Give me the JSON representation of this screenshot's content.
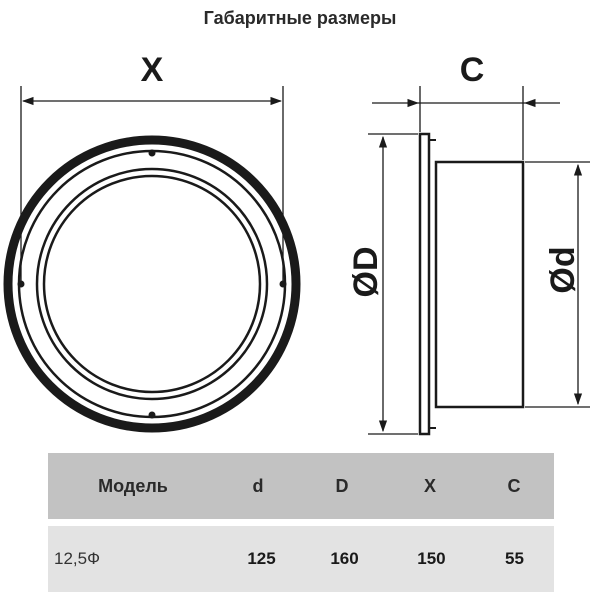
{
  "title": "Габаритные размеры",
  "dimension_labels": {
    "x": "X",
    "c": "C",
    "outer_diameter": "ØD",
    "inner_diameter": "Ød"
  },
  "table": {
    "headers": [
      "Модель",
      "d",
      "D",
      "X",
      "C"
    ],
    "rows": [
      [
        "12,5Ф",
        "125",
        "160",
        "150",
        "55"
      ]
    ]
  },
  "colors": {
    "line": "#1a1a1a",
    "table_header_bg": "#c2c2c2",
    "table_row_bg": "#e3e3e3"
  }
}
